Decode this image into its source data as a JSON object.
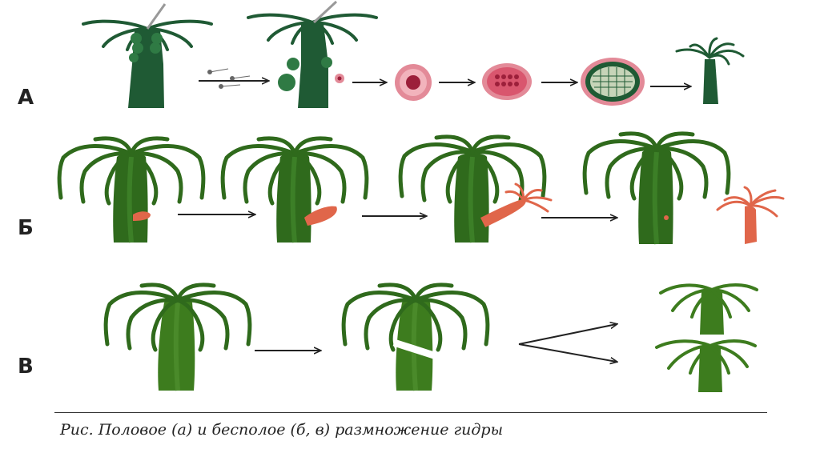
{
  "rows": [
    {
      "label": "А"
    },
    {
      "label": "Б"
    },
    {
      "label": "В"
    }
  ],
  "caption": "Рис. Половое (а) и бесполое (б, в) размножение гидры",
  "colors": {
    "hydra_dark": "#1f5a34",
    "hydra_green": "#2f6a1c",
    "bud": "#e0664a",
    "egg_pink": "#e38a98",
    "egg_core": "#9c1f3a",
    "arrow": "#222222"
  }
}
